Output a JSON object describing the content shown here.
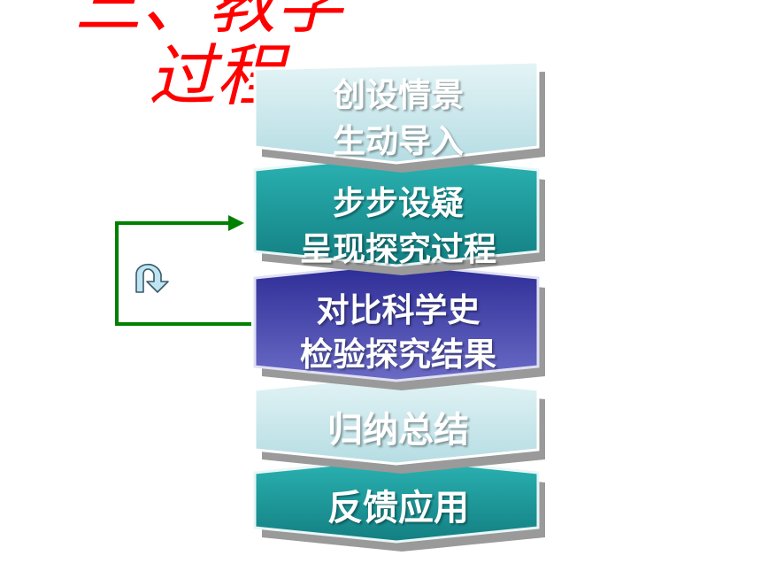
{
  "title": {
    "line1": "三、教学",
    "line2": "过程"
  },
  "steps": [
    {
      "line1": "创设情景",
      "line2": "生动导入",
      "style": "pale"
    },
    {
      "line1": "步步设疑",
      "line2": "呈现探究过程",
      "style": "teal"
    },
    {
      "line1": "对比科学史",
      "line2": "检验探究结果",
      "style": "indigo"
    },
    {
      "line1": "归纳总结",
      "style": "pale"
    },
    {
      "line1": "反馈应用",
      "style": "teal"
    }
  ],
  "colors": {
    "title": "#ff0000",
    "loop_arrow": "#008000",
    "pale_chevron": "#c6e7ec",
    "teal_chevron": "#1a9a9a",
    "indigo_chevron": "#3a3aa6"
  },
  "icons": {
    "loop": "curved-return-arrow-icon"
  }
}
